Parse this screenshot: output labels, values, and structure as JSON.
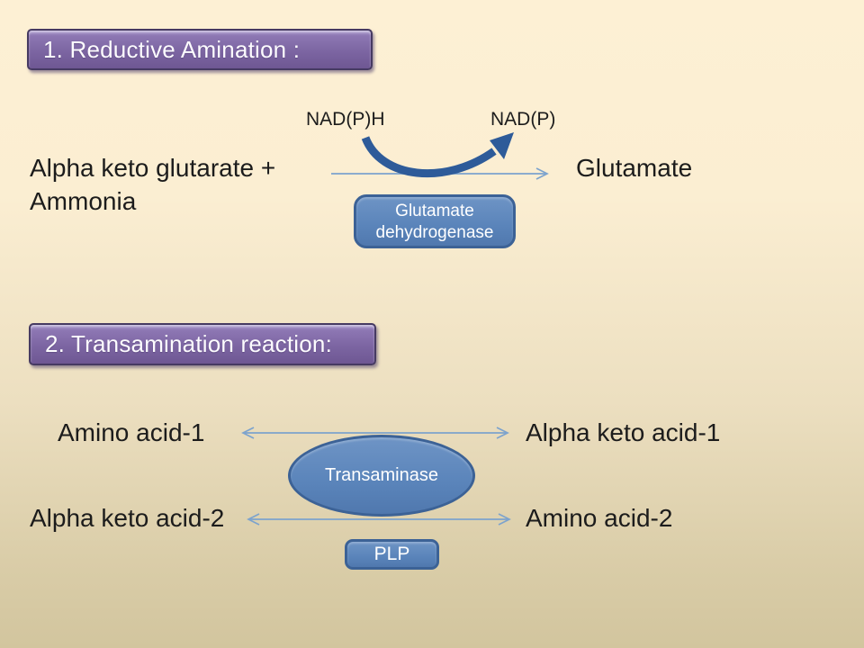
{
  "slide": {
    "colors": {
      "background_top": "#fdf0d4",
      "background_bottom": "#d2c59e",
      "title_box_purple": "#7c65a2",
      "title_box_border": "#463a62",
      "enzyme_blue_fill": "#5a84ba",
      "enzyme_blue_border": "#3c6296",
      "thin_arrow_blue": "#7da3cd",
      "curved_arrow_blue": "#2e5b99",
      "body_text": "#1c1c1c",
      "shape_text": "#ffffff"
    }
  },
  "section1": {
    "title": "1. Reductive Amination :",
    "substrate_line1": "Alpha keto glutarate +",
    "substrate_line2": "Ammonia",
    "cofactor_reduced": "NAD(P)H",
    "cofactor_oxidized": "NAD(P)",
    "product": "Glutamate",
    "enzyme_line1": "Glutamate",
    "enzyme_line2": "dehydrogenase"
  },
  "section2": {
    "title": "2. Transamination reaction:",
    "top_left": "Amino acid-1",
    "top_right": "Alpha keto acid-1",
    "bottom_left": "Alpha keto acid-2",
    "bottom_right": "Amino acid-2",
    "enzyme": "Transaminase",
    "cofactor": "PLP"
  }
}
